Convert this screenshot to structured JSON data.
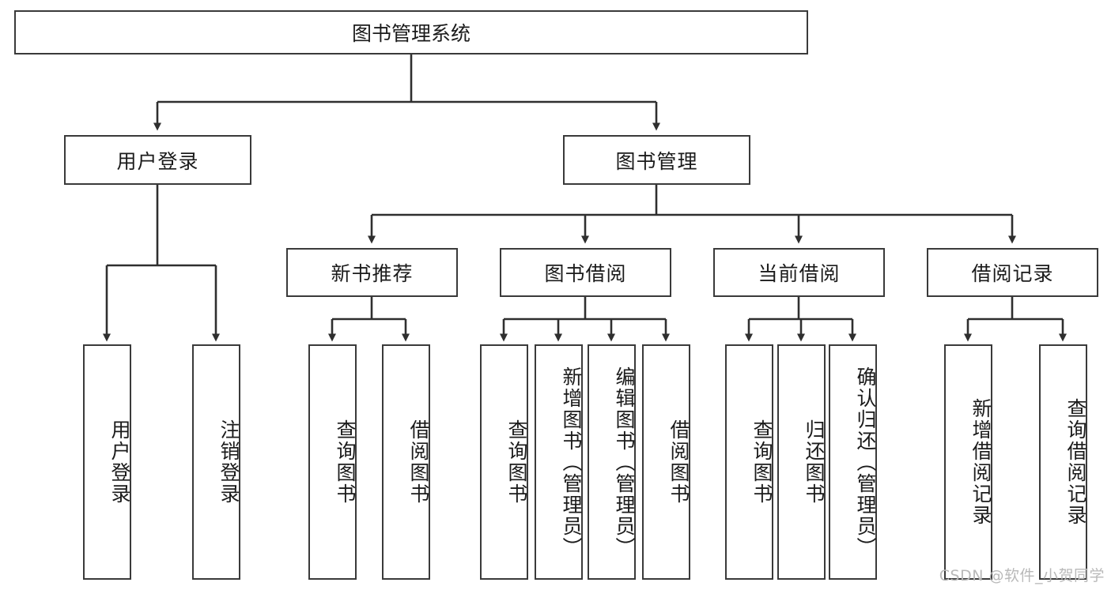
{
  "diagram": {
    "type": "tree-hierarchy",
    "title": "图书管理系统",
    "watermark": "CSDN @软件_小贺同学",
    "colors": {
      "stroke": "#3a3a3a",
      "fill": "#ffffff",
      "text": "#1b1b1b",
      "watermark": "#b9b9b9"
    },
    "levels": {
      "root": "图书管理系统",
      "tier2": [
        "用户登录",
        "图书管理"
      ],
      "tier3": [
        "新书推荐",
        "图书借阅",
        "当前借阅",
        "借阅记录"
      ]
    },
    "nodes": {
      "root": {
        "label": "图书管理系统"
      },
      "user_login": {
        "label": "用户登录"
      },
      "book_mgmt": {
        "label": "图书管理"
      },
      "new_book_rec": {
        "label": "新书推荐"
      },
      "book_borrow": {
        "label": "图书借阅"
      },
      "current_borrow": {
        "label": "当前借阅"
      },
      "borrow_record": {
        "label": "借阅记录"
      },
      "leaf_user_login": {
        "label": "用户登录"
      },
      "leaf_logout": {
        "label": "注销登录"
      },
      "leaf_query_book_1": {
        "label": "查询图书"
      },
      "leaf_borrow_book_1": {
        "label": "借阅图书"
      },
      "leaf_query_book_2": {
        "label": "查询图书"
      },
      "leaf_add_book": {
        "label": "新增图书（管理员）"
      },
      "leaf_edit_book": {
        "label": "编辑图书（管理员）"
      },
      "leaf_borrow_book_2": {
        "label": "借阅图书"
      },
      "leaf_query_book_3": {
        "label": "查询图书"
      },
      "leaf_return_book": {
        "label": "归还图书"
      },
      "leaf_confirm_return": {
        "label": "确认归还（管理员）"
      },
      "leaf_add_record": {
        "label": "新增借阅记录"
      },
      "leaf_query_record": {
        "label": "查询借阅记录"
      }
    }
  }
}
